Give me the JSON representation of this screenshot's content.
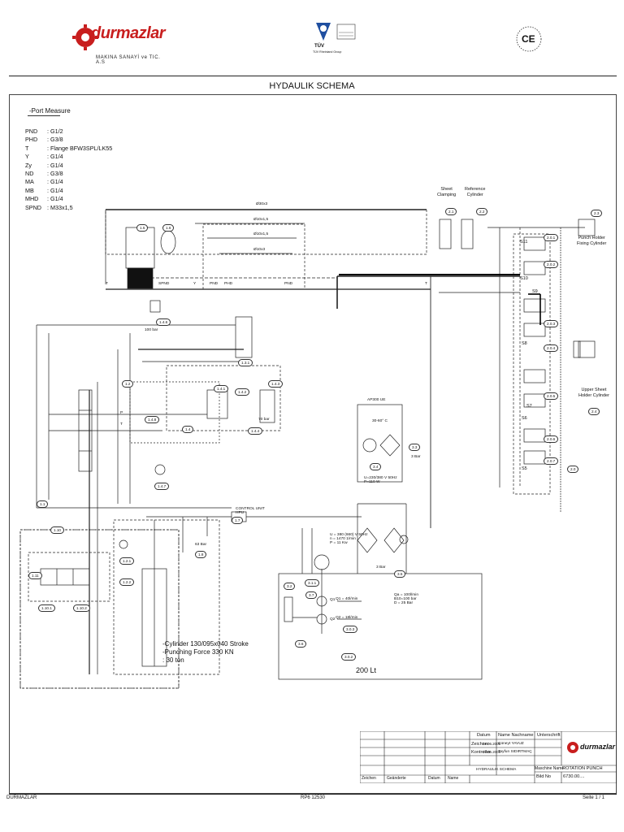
{
  "header": {
    "company_name": "durmazlar",
    "company_sub": "MAKINA SANAYİ ve TIC. A.S",
    "cert_label": "TÜV",
    "cert_sub": "TÜV Rheinland Group",
    "ce_mark": "CE",
    "page_title": "HYDAULIK SCHEMA"
  },
  "port_measure": {
    "title": "-Port Measure",
    "items": [
      {
        "key": "PND",
        "value": ": G1/2"
      },
      {
        "key": "PHD",
        "value": ": G3/8"
      },
      {
        "key": "T",
        "value": ": Flange BFW3SPL/LK55"
      },
      {
        "key": "Y",
        "value": ": G1/4"
      },
      {
        "key": "Zy",
        "value": ": G1/4"
      },
      {
        "key": "ND",
        "value": ": G3/8"
      },
      {
        "key": "MA",
        "value": ": G1/4"
      },
      {
        "key": "MB",
        "value": ": G1/4"
      },
      {
        "key": "MHD",
        "value": ": G1/4"
      },
      {
        "key": "SPND",
        "value": ": M33x1,5"
      }
    ]
  },
  "diagram": {
    "pipe_labels": [
      "Ø30x3",
      "Ø10x1,5",
      "Ø10x1,5",
      "Ø10x3"
    ],
    "port_row": [
      "SPND",
      "Y",
      "T",
      "PND",
      "PHD",
      "PND",
      "T",
      "P",
      "T"
    ],
    "side_labels": {
      "sheet_clamping": "Sheet\nClamping",
      "reference_cylinder": "Reference\nCylinder",
      "punch_holder": "Punch Holder\nFixing Cylinder",
      "upper_sheet": "Upper Sheet\nHolder Cylinder"
    },
    "valves": [
      "S11",
      "S10",
      "S9",
      "S8",
      "S7",
      "S6",
      "S5"
    ],
    "tags": [
      "1.5",
      "1.6",
      "1.4.6",
      "1.3.1",
      "1.2",
      "1.4",
      "1.4.1",
      "1.4.2",
      "1.4.3",
      "1.4.4",
      "1.4.7",
      "1.4.8",
      "1.1",
      "1.7",
      "1.8",
      "2.1",
      "2.2",
      "2.3",
      "2.4",
      "2.0",
      "2.0.1",
      "2.0.2",
      "2.0.3",
      "2.0.4",
      "2.0.5",
      "2.0.6",
      "2.0.7",
      "1.10",
      "1.10.1",
      "1.10.2",
      "1.11",
      "3.3",
      "3.4",
      "3.5",
      "3.6",
      "3.7",
      "3.1.1",
      "3.2",
      "3.0.2",
      "3.0.3",
      "1.2.1",
      "1.2.2"
    ],
    "cooler": {
      "model": "AP300 UE",
      "temp": "30-60° C",
      "spec": "U=230/380 V 50Hz\nP=110 W"
    },
    "motor_pump": {
      "spec": "U = 380 (660) V 50Hz\nn = 1470 1/min\nP = 11 Kw"
    },
    "flows": {
      "q1": "Q1 = 40l/min",
      "q2": "Q2 = 18l/min",
      "qa": "Qa = 100l/min\nB10=100 bar\nD = 25 Bar"
    },
    "pump_labels": [
      "Q1",
      "Q2"
    ],
    "control_unit": "CONTROL UNIT\nHPU",
    "cylinder_note": "-Cylinder 130/095x040 Stroke\n-Punching Force 330 KN\n: 30 ton",
    "tank": "200 Lt",
    "bar_labels": [
      "100 bar",
      "70 bar",
      "63 Bar",
      "3 Bar",
      "3 Bar"
    ]
  },
  "title_block": {
    "datum_hdr": "Datum",
    "name_hdr": "Name Nachname",
    "sign_hdr": "Unterschrift",
    "drawn_label": "Zeichner",
    "drawn_date": "07.06.2005",
    "drawn_name": "Cüneyt YAVUZ",
    "check_label": "Kontroller",
    "check_date": "07.06.2005",
    "check_name": "Tayfun SIDIRTMAÇ",
    "drawing_title": "HYDRAULIK SCHEMA",
    "machine_label": "Maschine Name",
    "machine_name": "ROTATION PUNCH",
    "bild_label": "Bild No",
    "bild_no": "6730.00....",
    "rev_cols": [
      "Zeichen",
      "Geänderte",
      "Datum",
      "Name"
    ],
    "logo": "durmazlar"
  },
  "footer": {
    "left": "DURMAZLAR",
    "center": "RP6 12530",
    "right": "Seite 1 / 1"
  }
}
